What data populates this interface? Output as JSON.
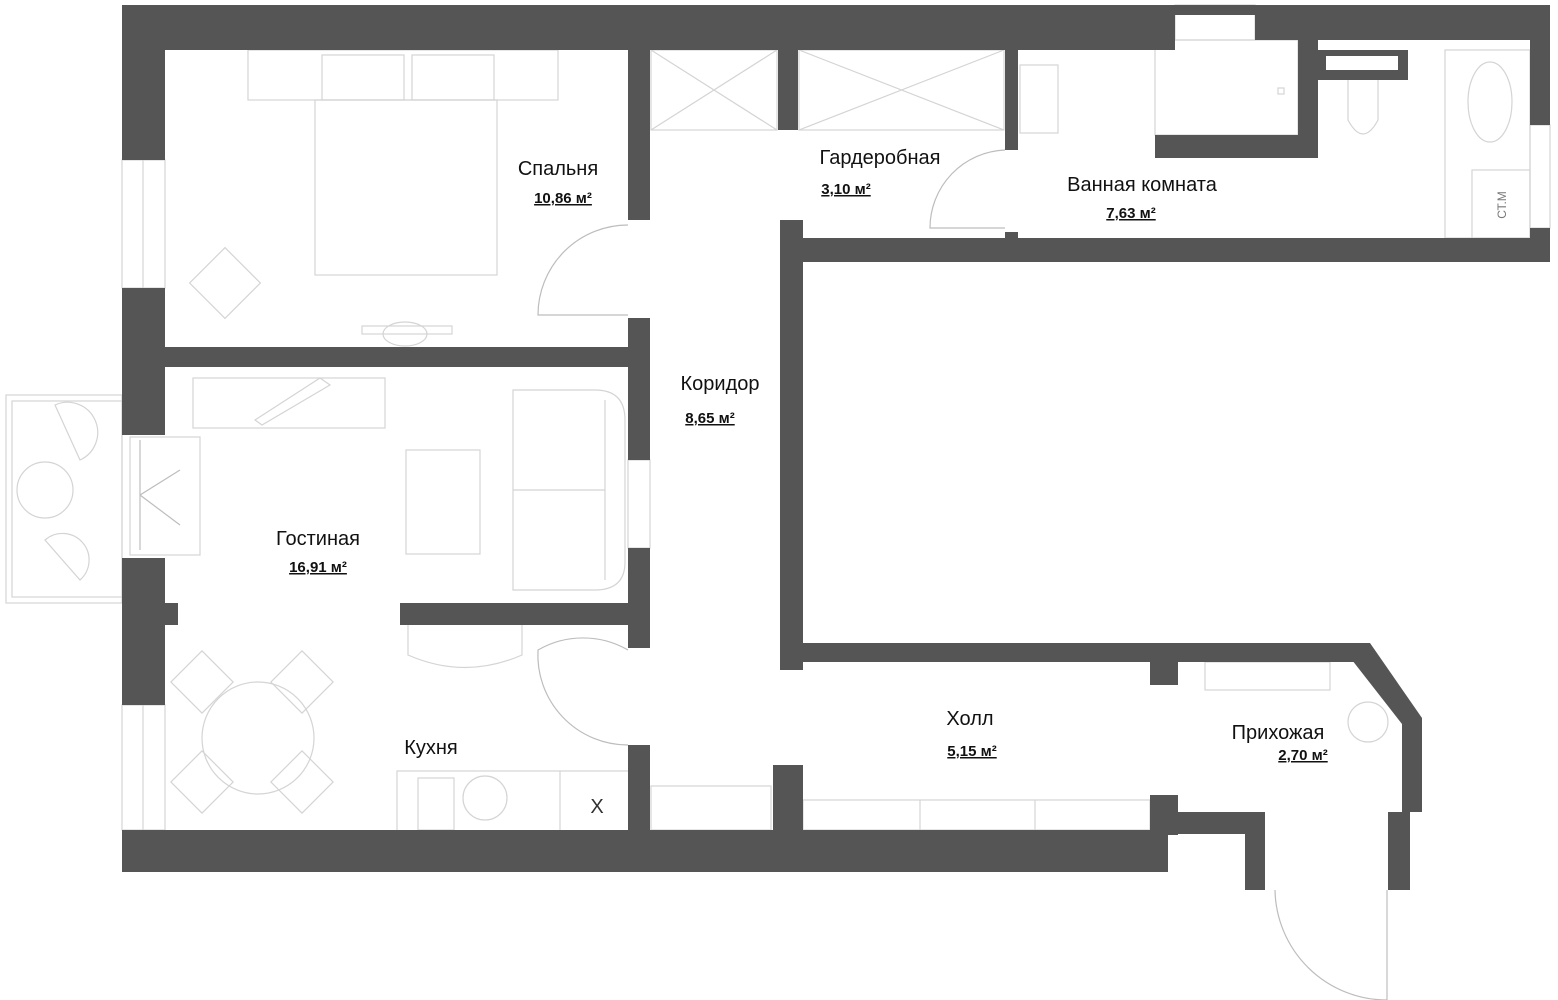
{
  "plan": {
    "wall_color": "#555555",
    "rooms": [
      {
        "name": "Спальня",
        "area": "10,86 м²"
      },
      {
        "name": "Гардеробная",
        "area": "3,10 м²"
      },
      {
        "name": "Ванная комната",
        "area": "7,63 м²"
      },
      {
        "name": "Коридор",
        "area": "8,65 м²"
      },
      {
        "name": "Гостиная",
        "area": "16,91 м²"
      },
      {
        "name": "Кухня"
      },
      {
        "name": "Холл",
        "area": "5,15 м²"
      },
      {
        "name": "Прихожая",
        "area": "2,70 м²"
      }
    ],
    "kitchen_mark": "X",
    "bathroom_mark": "СТ.М"
  }
}
